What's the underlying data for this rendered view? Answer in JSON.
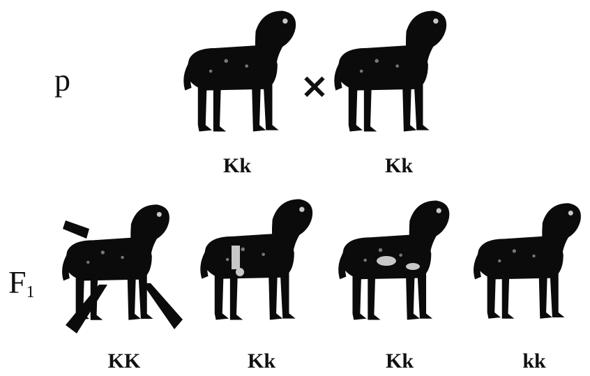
{
  "parental": {
    "label": "p",
    "cross_symbol": "×",
    "genotypes": [
      "Kk",
      "Kk"
    ]
  },
  "f1": {
    "label_main": "F",
    "label_sub": "1",
    "genotypes": [
      "KK",
      "Kk",
      "Kk",
      "kk"
    ]
  },
  "colors": {
    "sheep": "#0b0b0b",
    "patch": "#c8c8c8",
    "text": "#111111"
  }
}
